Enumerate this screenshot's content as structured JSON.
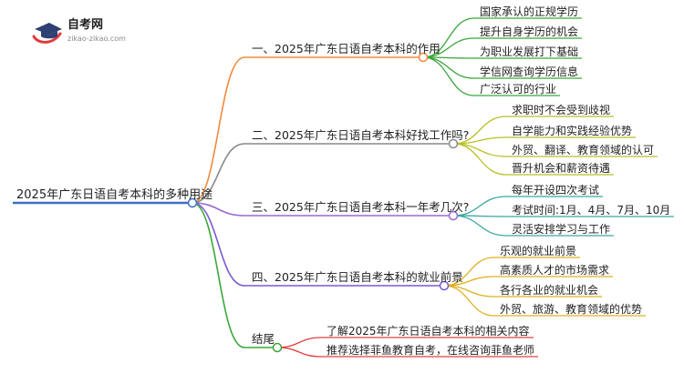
{
  "logo": {
    "title": "自考网",
    "subtitle": "zikao-zikao.com",
    "icon": "graduation-cap-icon",
    "colors": {
      "cap": "#2d3f73",
      "swoosh": "#e03a3a"
    }
  },
  "root": {
    "label": "2025年广东日语自考本科的多种用途",
    "color": "#3a6fc4"
  },
  "branches": [
    {
      "label": "一、2025年广东日语自考本科的作用",
      "color": "#f08a3e",
      "leaf_color": "#3aa63a",
      "leaves": [
        "国家承认的正规学历",
        "提升自身学历的机会",
        "为职业发展打下基础",
        "学信网查询学历信息",
        "广泛认可的行业"
      ]
    },
    {
      "label": "二、2025年广东日语自考本科好找工作吗?",
      "color": "#8a8a8a",
      "leaf_color": "#b8c020",
      "leaves": [
        "求职时不会受到歧视",
        "自学能力和实践经验优势",
        "外贸、翻译、教育领域的认可",
        "晋升机会和薪资待遇"
      ]
    },
    {
      "label": "三、2025年广东日语自考本科一年考几次?",
      "color": "#9a6ad0",
      "leaf_color": "#3aa6a0",
      "leaves": [
        "每年开设四次考试",
        "考试时间:1月、4月、7月、10月",
        "灵活安排学习与工作"
      ]
    },
    {
      "label": "四、2025年广东日语自考本科的就业前景",
      "color": "#7a5ad0",
      "leaf_color": "#e0b020",
      "leaves": [
        "乐观的就业前景",
        "高素质人才的市场需求",
        "各行各业的就业机会",
        "外贸、旅游、教育领域的优势"
      ]
    },
    {
      "label": "结尾",
      "color": "#3aa63a",
      "leaf_color": "#e04040",
      "leaves": [
        "了解2025年广东日语自考本科的相关内容",
        "推荐选择菲鱼教育自考，在线咨询菲鱼老师"
      ]
    }
  ]
}
